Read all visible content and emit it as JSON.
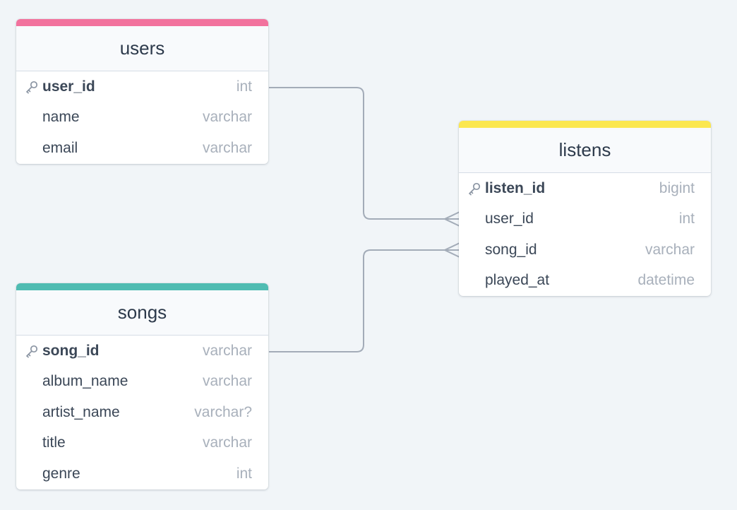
{
  "colors": {
    "background": "#f1f5f8",
    "connector": "#a3acb8",
    "users_accent": "#f2729d",
    "songs_accent": "#4fbcb2",
    "listens_accent": "#fbe74f"
  },
  "tables": {
    "users": {
      "name": "users",
      "accent": "#f2729d",
      "columns": [
        {
          "name": "user_id",
          "type": "int",
          "primary_key": true
        },
        {
          "name": "name",
          "type": "varchar",
          "primary_key": false
        },
        {
          "name": "email",
          "type": "varchar",
          "primary_key": false
        }
      ]
    },
    "listens": {
      "name": "listens",
      "accent": "#fbe74f",
      "columns": [
        {
          "name": "listen_id",
          "type": "bigint",
          "primary_key": true
        },
        {
          "name": "user_id",
          "type": "int",
          "primary_key": false
        },
        {
          "name": "song_id",
          "type": "varchar",
          "primary_key": false
        },
        {
          "name": "played_at",
          "type": "datetime",
          "primary_key": false
        }
      ]
    },
    "songs": {
      "name": "songs",
      "accent": "#4fbcb2",
      "columns": [
        {
          "name": "song_id",
          "type": "varchar",
          "primary_key": true
        },
        {
          "name": "album_name",
          "type": "varchar",
          "primary_key": false
        },
        {
          "name": "artist_name",
          "type": "varchar?",
          "primary_key": false
        },
        {
          "name": "title",
          "type": "varchar",
          "primary_key": false
        },
        {
          "name": "genre",
          "type": "int",
          "primary_key": false
        }
      ]
    }
  },
  "relationships": [
    {
      "from_table": "users",
      "from_column": "user_id",
      "to_table": "listens",
      "to_column": "user_id",
      "cardinality": "one-to-many"
    },
    {
      "from_table": "songs",
      "from_column": "song_id",
      "to_table": "listens",
      "to_column": "song_id",
      "cardinality": "one-to-many"
    }
  ]
}
